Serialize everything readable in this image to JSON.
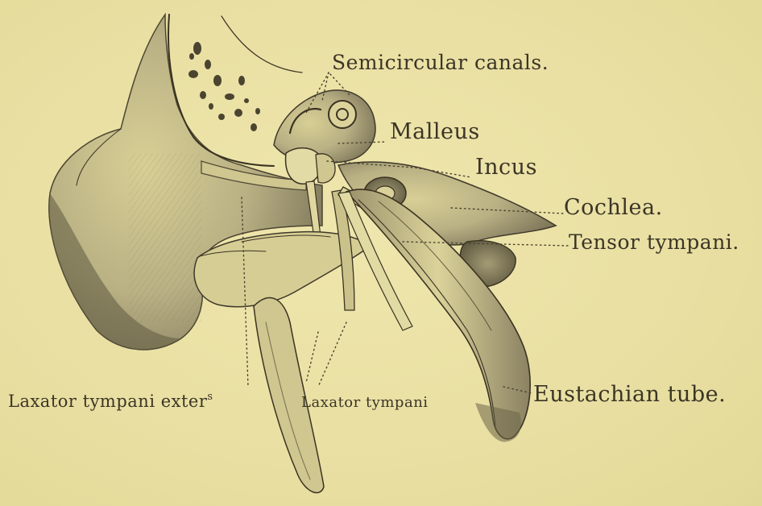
{
  "figure": {
    "labels": {
      "semicircular_canals": "Semicircular canals.",
      "malleus": "Malleus",
      "incus": "Incus",
      "cochlea": "Cochlea.",
      "tensor_tympani": "Tensor tympani.",
      "eustachian_tube": "Eustachian tube.",
      "laxator_tympani": "Laxator tympani",
      "laxator_tympani_exter": "Laxator tympani exter",
      "laxator_tympani_exter_sup": "s"
    },
    "colors": {
      "paper": "#ebe1a4",
      "ink": "#3a3322",
      "shade": "#8c8466"
    }
  }
}
